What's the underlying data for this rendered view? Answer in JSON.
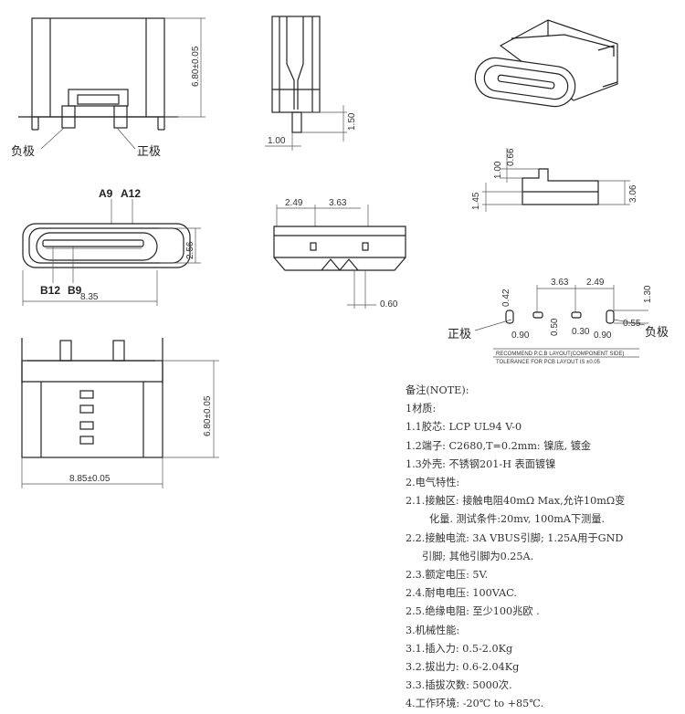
{
  "dimensions": {
    "front_height": "6.80±0.05",
    "side_offset": "1.00",
    "side_pin": "1.50",
    "port_height": "2.56",
    "port_width": "8.35",
    "top_left": "2.49",
    "top_right": "3.63",
    "top_pin": "0.60",
    "bottom_height": "6.80±0.05",
    "bottom_width": "8.85±0.05",
    "pcb_side_1": "1.00",
    "pcb_side_2": "0.66",
    "pcb_side_3": "1.45",
    "pcb_side_4": "3.06",
    "layout_363": "3.63",
    "layout_249": "2.49",
    "layout_042": "0.42",
    "layout_130": "1.30",
    "layout_090": "0.90",
    "layout_050": "0.50",
    "layout_030": "0.30",
    "layout_055": "0.55",
    "layout_090b": "0.90"
  },
  "labels": {
    "negative": "负极",
    "positive": "正极",
    "pin_a9": "A9",
    "pin_a12": "A12",
    "pin_b12": "B12",
    "pin_b9": "B9",
    "positive_2": "正极",
    "negative_2": "负极",
    "recommend_line": "RECOMMEND P.C.B LAYOUT(COMPONENT SIDE)",
    "tolerance_line": "TOLERANCE FOR PCB LAYOUT IS ±0.05"
  },
  "notes": {
    "l0": "备注(NOTE):",
    "l1": "1材质:",
    "l2": "1.1胶芯: LCP UL94 V-0",
    "l3": "1.2端子: C2680,T=0.2mm: 镍底, 镀金",
    "l4": "1.3外壳: 不锈钢201-H 表面镀镍",
    "l5": "2.电气特性:",
    "l6": "2.1.接触区: 接触电阻40mΩ Max,允许10mΩ变",
    "l7": "化量. 测试条件:20mv, 100mA下测量.",
    "l8": "2.2.接触电流: 3A VBUS引脚; 1.25A用于GND",
    "l9": "引脚; 其他引脚为0.25A.",
    "l10": "2.3.额定电压: 5V.",
    "l11": "2.4.耐电电压: 100VAC.",
    "l12": "2.5.绝缘电阻: 至少100兆欧 .",
    "l13": "3.机械性能:",
    "l14": "3.1.插入力: 0.5-2.0Kg",
    "l15": "3.2.拔出力: 0.6-2.04Kg",
    "l16": "3.3.插拔次数: 5000次.",
    "l17": "4.工作环境: -20℃ to +85℃."
  }
}
